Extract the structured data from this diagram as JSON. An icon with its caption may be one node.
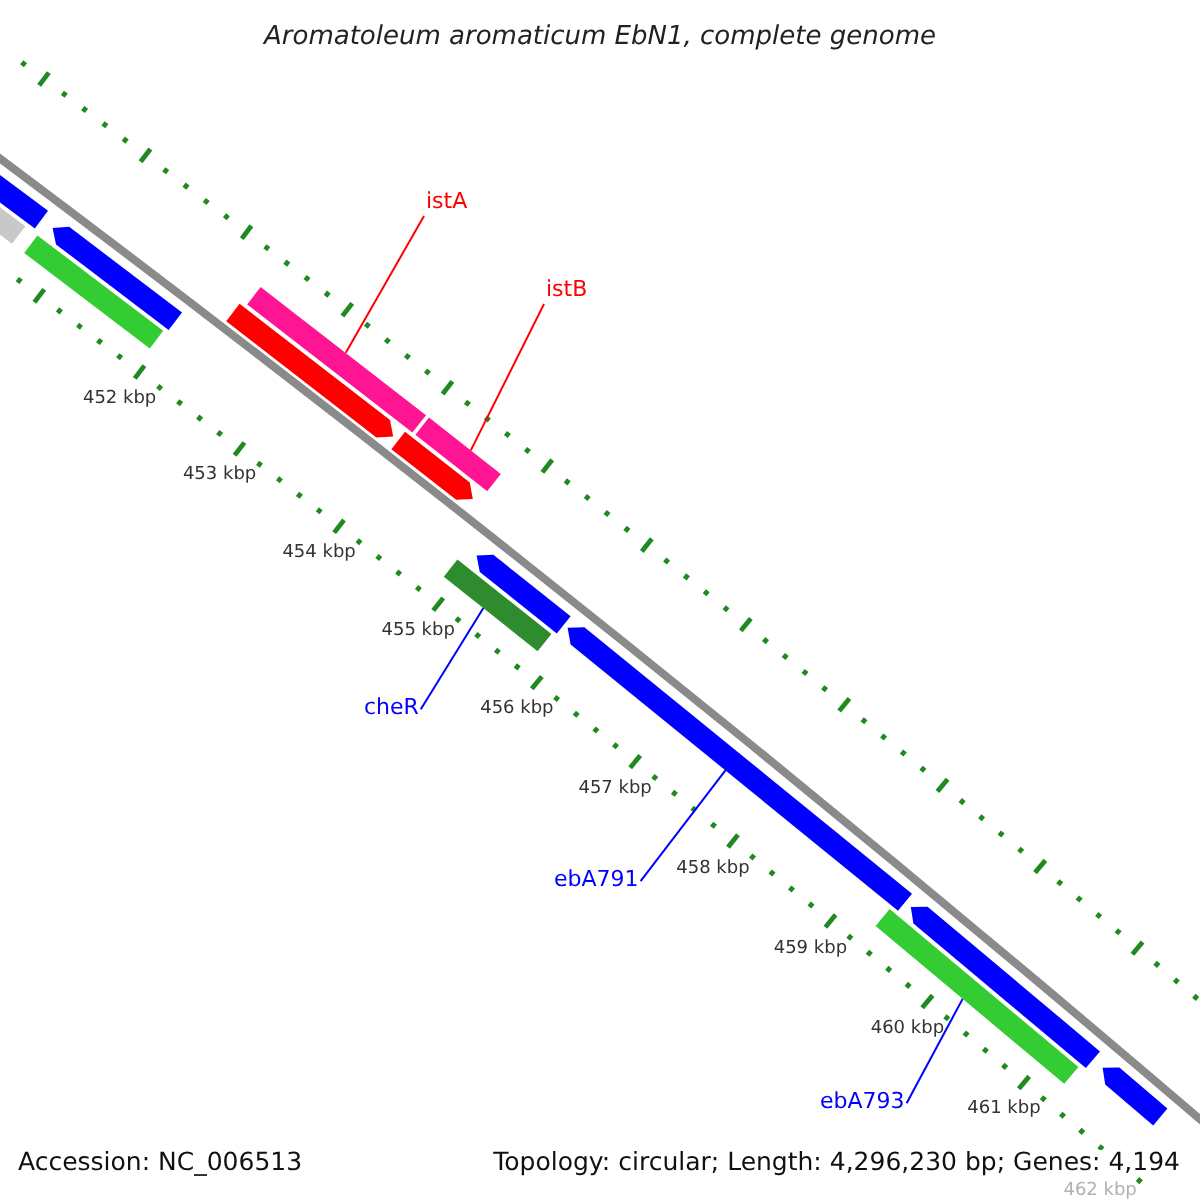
{
  "diagram": {
    "title": "Aromatoleum aromaticum EbN1, complete genome",
    "nodes": [
      {
        "text": [
          "istA"
        ]
      },
      {
        "text": [],
        "shape": "bar"
      },
      {
        "text": [
          "istB"
        ]
      },
      {
        "text": [],
        "shape": "bar"
      },
      {
        "text": [
          "cheR"
        ]
      },
      {
        "text": [],
        "shape": "bar"
      },
      {
        "text": [
          "ebA791"
        ]
      },
      {
        "text": [],
        "shape": "bar"
      },
      {
        "text": [
          "ebA793"
        ]
      },
      {
        "text": [],
        "shape": "bar"
      },
      {
        "text": [],
        "shape": "bar"
      },
      {
        "text": [],
        "shape": "bar"
      },
      {
        "text": [],
        "shape": "bar"
      },
      {
        "text": [],
        "shape": "bar"
      },
      {
        "text": [],
        "shape": "bar"
      },
      {
        "text": [],
        "shape": "bar"
      },
      {
        "text": [],
        "shape": "bar"
      },
      {
        "text": [],
        "shape": "bar"
      },
      {
        "text": [],
        "shape": "bar"
      }
    ],
    "edges": [
      {
        "from": 0,
        "to": 1,
        "arrow": "none",
        "color": "#ff0000"
      },
      {
        "from": 2,
        "to": 3,
        "arrow": "none",
        "color": "#ff0000"
      },
      {
        "from": 4,
        "to": 5,
        "arrow": "none"
      },
      {
        "from": 6,
        "to": 7,
        "arrow": "none"
      },
      {
        "from": 8,
        "to": 9,
        "arrow": "none"
      }
    ],
    "labels": [
      "452 kbp",
      "453 kbp",
      "454 kbp",
      "455 kbp",
      "456 kbp",
      "457 kbp",
      "458 kbp",
      "459 kbp",
      "460 kbp",
      "461 kbp",
      "462 kbp",
      "Accession: NC_006513",
      "Topology: circular; Length: 4,296,230 bp; Genes: 4,194"
    ]
  }
}
